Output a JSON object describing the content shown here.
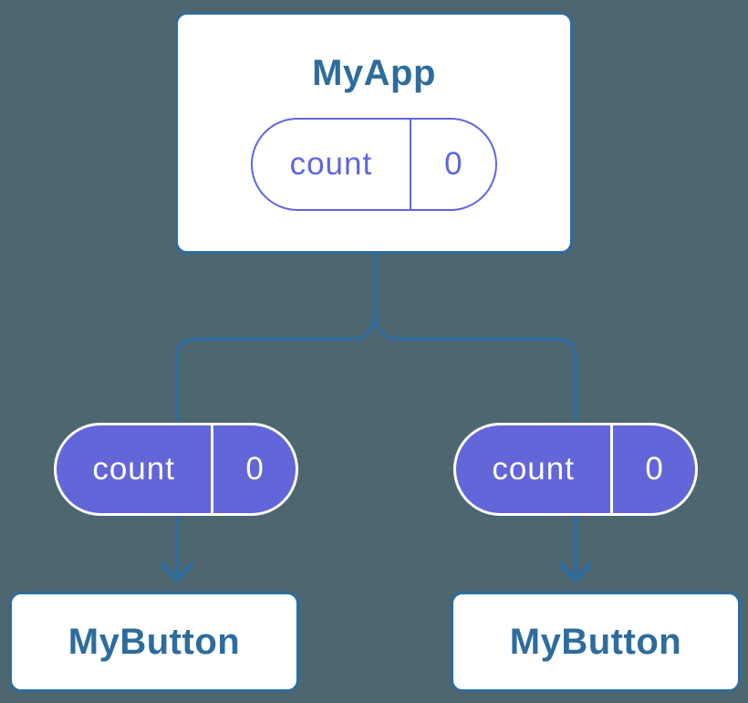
{
  "colors": {
    "background": "#4d6670",
    "line": "#2d6c9c",
    "card-bg": "#ffffff",
    "card-text": "#2d6c9c",
    "purple-fill": "#6266d8",
    "purple-outline": "#5f66de",
    "pill-text-light": "#ffffff"
  },
  "diagram": {
    "root": {
      "name": "MyApp",
      "state_pill": {
        "label": "count",
        "value": "0"
      }
    },
    "children": [
      {
        "name": "MyButton",
        "prop_pill": {
          "label": "count",
          "value": "0"
        }
      },
      {
        "name": "MyButton",
        "prop_pill": {
          "label": "count",
          "value": "0"
        }
      }
    ]
  }
}
